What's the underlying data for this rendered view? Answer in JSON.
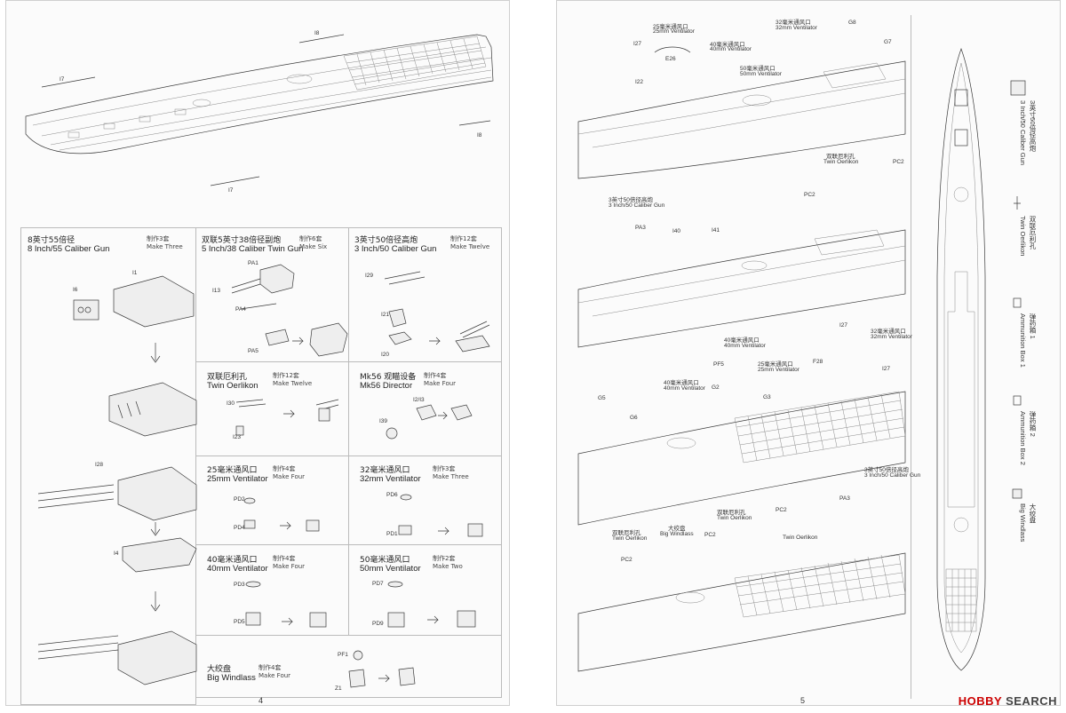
{
  "pages": {
    "left_number": "4",
    "right_number": "5"
  },
  "top_drawing": {
    "part_labels": [
      "I8",
      "I7",
      "I8",
      "I7"
    ]
  },
  "cells": {
    "gun8": {
      "cn": "8英寸55倍径",
      "en": "8 Inch/55 Caliber Gun",
      "make_cn": "制作3套",
      "make_en": "Make Three",
      "parts": [
        "I1",
        "I6",
        "I28",
        "I4"
      ]
    },
    "twin5": {
      "cn": "双联5英寸38倍径副炮",
      "en": "5 Inch/38 Caliber Twin Gun",
      "make_cn": "制作6套",
      "make_en": "Make Six",
      "parts": [
        "PA1",
        "I13",
        "PA4",
        "PA5"
      ]
    },
    "gun3": {
      "cn": "3英寸50倍径高炮",
      "en": "3 Inch/50 Caliber Gun",
      "make_cn": "制作12套",
      "make_en": "Make Twelve",
      "parts": [
        "I29",
        "I21",
        "I20"
      ]
    },
    "oerlikon": {
      "cn": "双联厄利孔",
      "en": "Twin Oerlikon",
      "make_cn": "制作12套",
      "make_en": "Make Twelve",
      "parts": [
        "I30",
        "I23"
      ]
    },
    "mk56": {
      "cn": "Mk56 观瞄设备",
      "en": "Mk56 Director",
      "make_cn": "制作4套",
      "make_en": "Make Four",
      "parts": [
        "I2/I3",
        "I39"
      ]
    },
    "v25": {
      "cn": "25毫米通风口",
      "en": "25mm Ventilator",
      "make_cn": "制作4套",
      "make_en": "Make Four",
      "parts": [
        "PD2",
        "PD4"
      ]
    },
    "v32": {
      "cn": "32毫米通风口",
      "en": "32mm Ventilator",
      "make_cn": "制作3套",
      "make_en": "Make Three",
      "parts": [
        "PD6",
        "PD1"
      ]
    },
    "v40": {
      "cn": "40毫米通风口",
      "en": "40mm Ventilator",
      "make_cn": "制作4套",
      "make_en": "Make Four",
      "parts": [
        "PD3",
        "PD5"
      ]
    },
    "v50": {
      "cn": "50毫米通风口",
      "en": "50mm Ventilator",
      "make_cn": "制作2套",
      "make_en": "Make Two",
      "parts": [
        "PD7",
        "PD9"
      ]
    },
    "windlass": {
      "cn": "大绞盘",
      "en": "Big Windlass",
      "make_cn": "制作4套",
      "make_en": "Make Four",
      "parts": [
        "PF1",
        "Z1"
      ]
    }
  },
  "right_labels": {
    "step1": [
      "I27",
      "I22",
      "E26",
      "25毫米通风口",
      "25mm Ventilator",
      "40毫米通风口",
      "40mm Ventilator",
      "50毫米通风口",
      "50mm Ventilator",
      "32毫米通风口",
      "32mm Ventilator",
      "G8",
      "G7"
    ],
    "step2": [
      "双联厄利孔",
      "Twin Oerlikon",
      "PC2",
      "PC2",
      "3英寸50倍径高炮",
      "3 Inch/50 Caliber Gun",
      "PA3",
      "I40",
      "I41"
    ],
    "step3": [
      "40毫米通风口",
      "40mm Ventilator",
      "PF5",
      "25毫米通风口",
      "25mm Ventilator",
      "F28",
      "I27",
      "32毫米通风口",
      "32mm Ventilator",
      "I27",
      "40毫米通风口",
      "40mm Ventilator",
      "G2",
      "G3",
      "G5",
      "G6"
    ],
    "step4": [
      "3英寸50倍径高炮",
      "3 Inch/50 Caliber Gun",
      "PA3",
      "双联厄利孔",
      "Twin Oerlikon",
      "PC2",
      "大绞盘",
      "Big Windlass",
      "双联厄利孔",
      "Twin Oerlikon",
      "PC2",
      "PC2",
      "Twin Oerlikon"
    ]
  },
  "legend": [
    {
      "cn": "3英寸50倍径高炮",
      "en": "3 Inch/50 Caliber Gun"
    },
    {
      "cn": "双联厄利孔",
      "en": "Twin Oerlikon"
    },
    {
      "cn": "弹药箱 1",
      "en": "Ammunition Box 1"
    },
    {
      "cn": "弹药箱 2",
      "en": "Ammunition Box 2"
    },
    {
      "cn": "大绞盘",
      "en": "Big Windlass"
    }
  ],
  "watermark": {
    "brand": "HOBBY",
    "suffix": "SEARCH"
  }
}
